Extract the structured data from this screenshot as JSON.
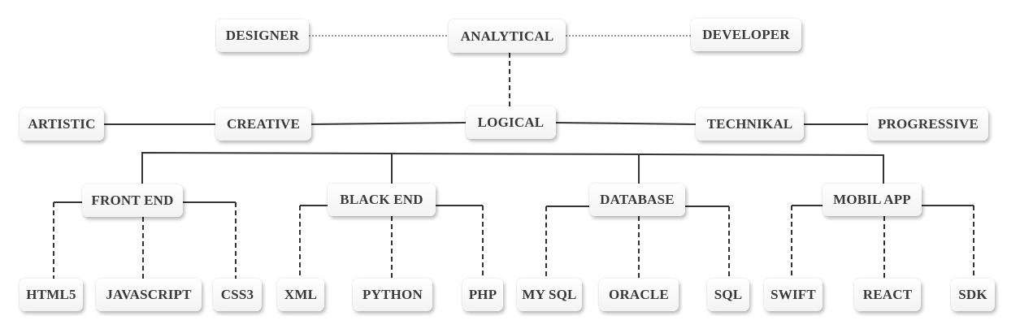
{
  "nodes": {
    "designer": "DESIGNER",
    "analytical": "ANALYTICAL",
    "developer": "DEVELOPER",
    "artistic": "ARTISTIC",
    "creative": "CREATIVE",
    "logical": "LOGICAL",
    "technikal": "TECHNIKAL",
    "progressive": "PROGRESSIVE",
    "front_end": "FRONT END",
    "black_end": "BLACK END",
    "database": "DATABASE",
    "mobil_app": "MOBIL APP",
    "html5": "HTML5",
    "javascript": "JAVASCRIPT",
    "css3": "CSS3",
    "xml": "XML",
    "python": "PYTHON",
    "php": "PHP",
    "my_sql": "MY SQL",
    "oracle": "ORACLE",
    "sql": "SQL",
    "swift": "SWIFT",
    "react": "REACT",
    "sdk": "SDK"
  },
  "edges": [
    {
      "from": "designer",
      "to": "analytical",
      "style": "dotted"
    },
    {
      "from": "analytical",
      "to": "developer",
      "style": "dotted"
    },
    {
      "from": "analytical",
      "to": "logical",
      "style": "dashed"
    },
    {
      "from": "artistic",
      "to": "creative",
      "style": "solid"
    },
    {
      "from": "creative",
      "to": "logical",
      "style": "solid"
    },
    {
      "from": "logical",
      "to": "technikal",
      "style": "solid"
    },
    {
      "from": "technikal",
      "to": "progressive",
      "style": "solid"
    },
    {
      "from": "logical",
      "to": "front_end",
      "style": "solid"
    },
    {
      "from": "logical",
      "to": "black_end",
      "style": "solid"
    },
    {
      "from": "logical",
      "to": "database",
      "style": "solid"
    },
    {
      "from": "logical",
      "to": "mobil_app",
      "style": "solid"
    },
    {
      "from": "front_end",
      "to": "html5",
      "style": "dashed"
    },
    {
      "from": "front_end",
      "to": "javascript",
      "style": "dashed"
    },
    {
      "from": "front_end",
      "to": "css3",
      "style": "dashed"
    },
    {
      "from": "black_end",
      "to": "xml",
      "style": "dashed"
    },
    {
      "from": "black_end",
      "to": "python",
      "style": "dashed"
    },
    {
      "from": "black_end",
      "to": "php",
      "style": "dashed"
    },
    {
      "from": "database",
      "to": "my_sql",
      "style": "dashed"
    },
    {
      "from": "database",
      "to": "oracle",
      "style": "dashed"
    },
    {
      "from": "database",
      "to": "sql",
      "style": "dashed"
    },
    {
      "from": "mobil_app",
      "to": "swift",
      "style": "dashed"
    },
    {
      "from": "mobil_app",
      "to": "react",
      "style": "dashed"
    },
    {
      "from": "mobil_app",
      "to": "sdk",
      "style": "dashed"
    }
  ],
  "colors": {
    "line": "#333333",
    "dotted_line": "#9a9a9a",
    "text": "#3a3a3a",
    "box": "#ffffff"
  }
}
